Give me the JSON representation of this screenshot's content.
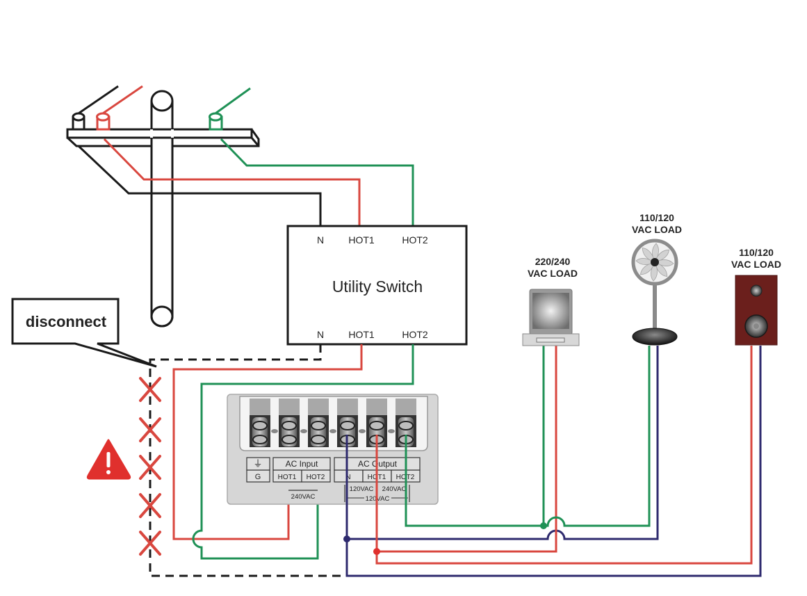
{
  "colors": {
    "neutral_wire": "#1a1a1a",
    "hot1_wire": "#d9473f",
    "hot2_wire": "#1f9156",
    "output_neutral_wire": "#2e2a6e",
    "warning": "#e0302d",
    "disconnect_x": "#d9473f",
    "speaker_body": "#6b1f1c",
    "inverter_panel": "#d6d6d6"
  },
  "utility_switch": {
    "title": "Utility Switch",
    "top_terminals": [
      "N",
      "HOT1",
      "HOT2"
    ],
    "bottom_terminals": [
      "N",
      "HOT1",
      "HOT2"
    ]
  },
  "callout": {
    "text": "disconnect"
  },
  "warning_icon": "warning-triangle-icon",
  "disconnect_marks": 5,
  "inverter_terminal_block": {
    "ground_symbol": "⏚",
    "ground_label": "G",
    "ac_input": {
      "header": "AC Input",
      "terminals": [
        "HOT1",
        "HOT2"
      ],
      "voltage": "240VAC"
    },
    "ac_output": {
      "header": "AC Output",
      "terminals": [
        "N",
        "HOT1",
        "HOT2"
      ],
      "voltage_n_hot1": "120VAC",
      "voltage_hot1_hot2": "240VAC",
      "voltage_n_hot2": "120VAC"
    }
  },
  "loads": [
    {
      "id": "computer",
      "line1": "220/240",
      "line2": "VAC LOAD",
      "icon": "computer-icon"
    },
    {
      "id": "fan",
      "line1": "110/120",
      "line2": "VAC LOAD",
      "icon": "fan-icon"
    },
    {
      "id": "speaker",
      "line1": "110/120",
      "line2": "VAC LOAD",
      "icon": "speaker-icon"
    }
  ]
}
